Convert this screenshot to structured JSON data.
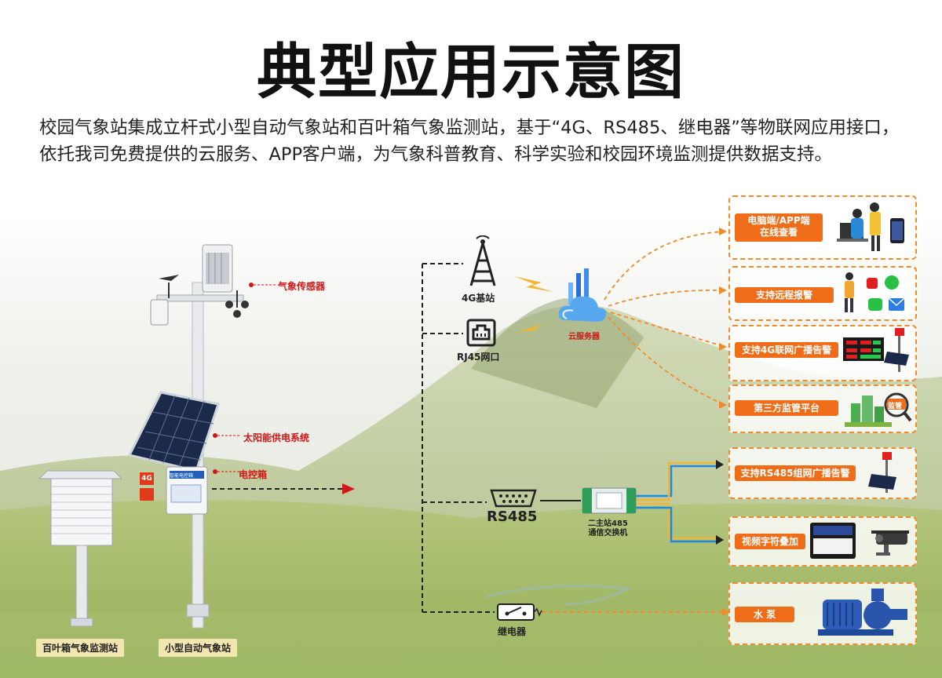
{
  "title": "典型应用示意图",
  "intro": "校园气象站集成立杆式小型自动气象站和百叶箱气象监测站，基于“4G、RS485、继电器”等物联网应用接口，依托我司免费提供的云服务、APP客户端，为气象科普教育、科学实验和校园环境监测提供数据支持。",
  "station": {
    "sensor_label": "气象传感器",
    "solar_label": "太阳能供电系统",
    "control_label": "电控箱",
    "panel_text": "智能电控箱",
    "badge_4g": "4G",
    "louver_caption": "百叶箱气象监测站",
    "pole_caption": "小型自动气象站"
  },
  "network": {
    "base_station": "4G基站",
    "rj45": "RJ45网口",
    "cloud": "云服务器",
    "rs485": "RS485",
    "switch_label_line1": "二主站485",
    "switch_label_line2": "通信交换机",
    "relay": "继电器"
  },
  "outputs": {
    "pc_app": "电脑端/APP端\n在线查看",
    "remote_alarm": "支持远程报警",
    "net_4g_alarm": "支持4G联网广播告警",
    "third_party": "第三方监管平台",
    "rs485_alarm": "支持RS485组网广播告警",
    "video_overlay": "视频字符叠加",
    "pump": "水 泵",
    "supervise_icon_text": "监管"
  },
  "colors": {
    "accent_orange": "#ef6d18",
    "dash_orange": "#f08a2a",
    "red": "#d01818",
    "blue_line": "#1e88e5",
    "gold_line": "#f2b632"
  }
}
